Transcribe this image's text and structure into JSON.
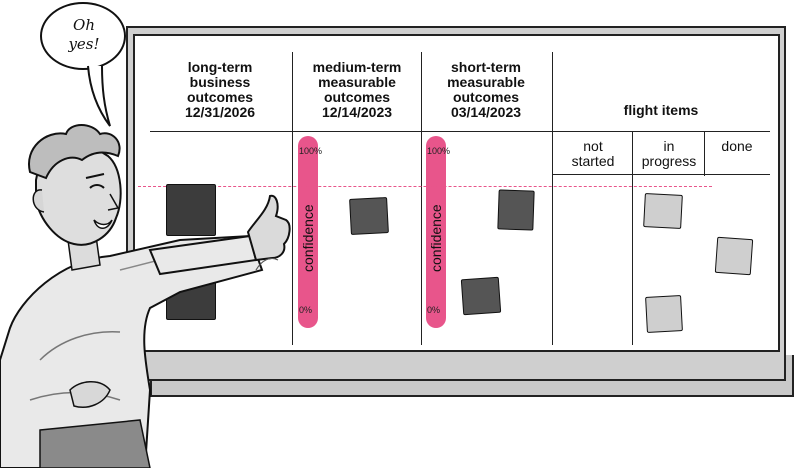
{
  "speech": {
    "line1": "Oh",
    "line2": "yes!"
  },
  "columns": {
    "long_term": {
      "line1": "long-term",
      "line2": "business",
      "line3": "outcomes",
      "date": "12/31/2026"
    },
    "medium_term": {
      "line1": "medium-term",
      "line2": "measurable",
      "line3": "outcomes",
      "date": "12/14/2023"
    },
    "short_term": {
      "line1": "short-term",
      "line2": "measurable",
      "line3": "outcomes",
      "date": "03/14/2023"
    },
    "flight_items": {
      "title": "flight items",
      "not_started": [
        "not",
        "started"
      ],
      "in_progress": [
        "in",
        "progress"
      ],
      "done": "done"
    }
  },
  "gauges": [
    {
      "top": "100%",
      "word": "confidence",
      "bottom": "0%"
    },
    {
      "top": "100%",
      "word": "confidence",
      "bottom": "0%"
    }
  ],
  "colors": {
    "confidence_pink": "#e8558b",
    "note_dark": "#3c3c3c",
    "note_light": "#cfcfcf"
  }
}
